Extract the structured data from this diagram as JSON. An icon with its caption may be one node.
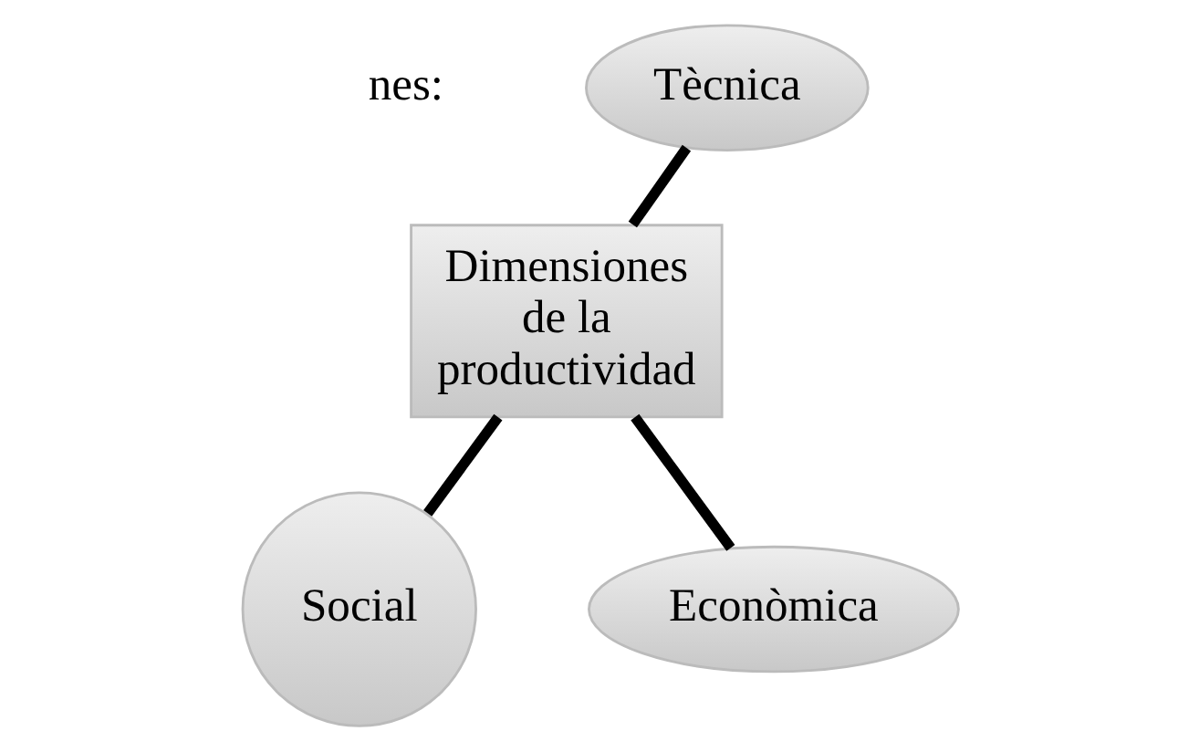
{
  "diagram": {
    "nodes": [
      {
        "text": [
          "Dimensiones de la productividad"
        ]
      },
      {
        "text": [
          "Tècnica"
        ]
      },
      {
        "text": [
          "Social"
        ]
      },
      {
        "text": [
          "Econòmica"
        ]
      }
    ],
    "edges": [
      {
        "from": 0,
        "to": 1,
        "arrow": "none"
      },
      {
        "from": 0,
        "to": 2,
        "arrow": "none"
      },
      {
        "from": 0,
        "to": 3,
        "arrow": "none"
      }
    ],
    "labels": [
      "nes:"
    ]
  }
}
